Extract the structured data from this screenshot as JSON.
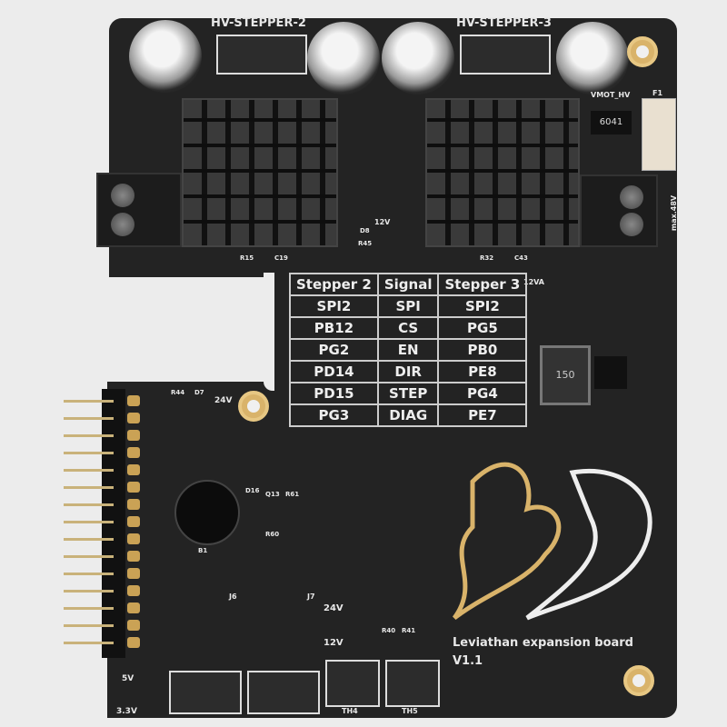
{
  "board": {
    "name": "Leviathan expansion board",
    "version": "V1.1"
  },
  "connectors": {
    "hv_stepper_2": "HV-STEPPER-2",
    "hv_stepper_3": "HV-STEPPER-3",
    "th4": "TH4",
    "th5": "TH5",
    "j6": "J6",
    "j7": "J7"
  },
  "labels": {
    "v24_top": "24V",
    "v24_bottom": "24V",
    "v12": "12V",
    "v12_mid": "12V",
    "v12a": "12VA",
    "v5": "5V",
    "v33": "3.3V",
    "vmot": "VMOT_HV",
    "max48": "max.48V",
    "fuse": "F1",
    "fuse_val": "6041",
    "inductor": "150",
    "d8": "D8",
    "r45": "R45",
    "r15": "R15",
    "c19": "C19",
    "r32": "R32",
    "c43": "C43",
    "d16": "D16",
    "q13": "Q13",
    "r61": "R61",
    "r60": "R60",
    "b1": "B1",
    "r40": "R40",
    "r41": "R41",
    "r44": "R44",
    "d7": "D7"
  },
  "table": {
    "headers": [
      "Stepper 2",
      "Signal",
      "Stepper 3"
    ],
    "rows": [
      [
        "SPI2",
        "SPI",
        "SPI2"
      ],
      [
        "PB12",
        "CS",
        "PG5"
      ],
      [
        "PG2",
        "EN",
        "PB0"
      ],
      [
        "PD14",
        "DIR",
        "PE8"
      ],
      [
        "PD15",
        "STEP",
        "PG4"
      ],
      [
        "PG3",
        "DIAG",
        "PE7"
      ]
    ]
  },
  "colors": {
    "pcb": "#232323",
    "silkscreen": "#e8e8e8",
    "gold": "#d9b36a"
  }
}
